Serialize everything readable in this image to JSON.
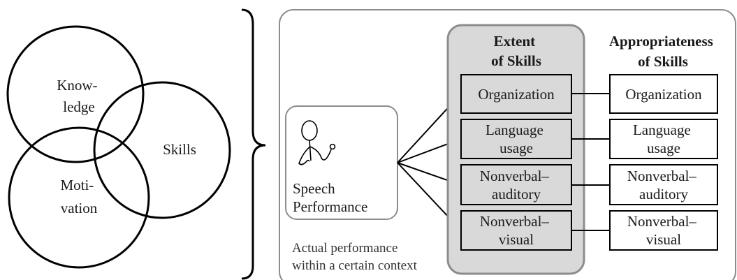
{
  "left_circles": {
    "knowledge": [
      "Know-",
      "ledge"
    ],
    "motivation": [
      "Moti-",
      "vation"
    ],
    "skills": [
      "Skills"
    ]
  },
  "speech_performance": {
    "label": [
      "Speech",
      "Performance"
    ],
    "icon": "stick-figure-speaker-with-microphone-icon"
  },
  "caption": [
    "Actual performance",
    "within a certain context"
  ],
  "extent_column": {
    "header": [
      "Extent",
      "of Skills"
    ],
    "items": [
      [
        "Organization"
      ],
      [
        "Language",
        "usage"
      ],
      [
        "Nonverbal–",
        "auditory"
      ],
      [
        "Nonverbal–",
        "visual"
      ]
    ]
  },
  "appropriateness_column": {
    "header": [
      "Appropriateness",
      "of Skills"
    ],
    "items": [
      [
        "Organization"
      ],
      [
        "Language",
        "usage"
      ],
      [
        "Nonverbal–",
        "auditory"
      ],
      [
        "Nonverbal–",
        "visual"
      ]
    ]
  },
  "colors": {
    "stroke": "#000000",
    "panel_border": "#8c8c8c",
    "extent_fill": "#d9d9d9",
    "box_fill": "#ffffff"
  }
}
